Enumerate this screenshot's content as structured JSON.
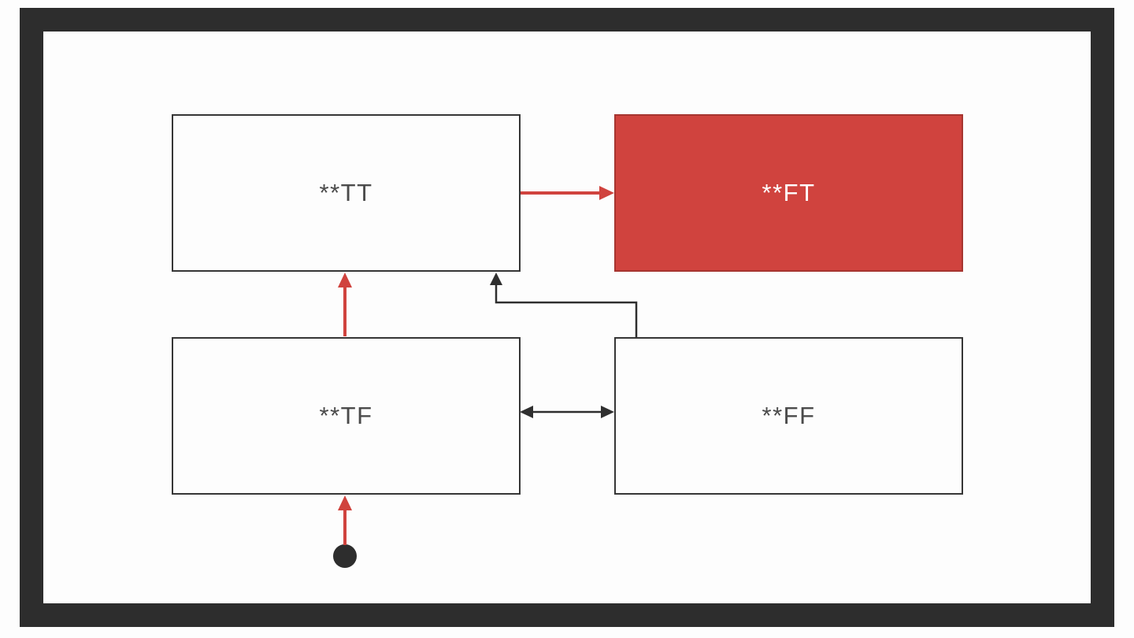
{
  "diagram": {
    "nodes": {
      "tt": {
        "label": "**TT"
      },
      "ft": {
        "label": "**FT"
      },
      "tf": {
        "label": "**TF"
      },
      "ff": {
        "label": "**FF"
      }
    },
    "edges": [
      {
        "name": "edge-tt-to-ft",
        "from": "tt",
        "to": "ft",
        "style": "red",
        "direction": "right"
      },
      {
        "name": "edge-tf-to-tt",
        "from": "tf",
        "to": "tt",
        "style": "red",
        "direction": "up"
      },
      {
        "name": "edge-start-to-tf",
        "from": "initial-state",
        "to": "tf",
        "style": "red",
        "direction": "up"
      },
      {
        "name": "edge-tf-ff-bidirectional",
        "from": "tf",
        "to": "ff",
        "style": "dark",
        "direction": "both"
      },
      {
        "name": "edge-ff-to-tt",
        "from": "ff",
        "to": "tt",
        "style": "dark",
        "direction": "elbow-up"
      }
    ],
    "colors": {
      "accent_red": "#d0433e",
      "accent_red_border": "#a63530",
      "frame_dark": "#2d2d2d",
      "node_border": "#363636",
      "line_dark": "#2f2f2f",
      "text_dark": "#4b4b4b",
      "text_light": "#ffffff",
      "background": "#fdfdfd"
    }
  }
}
